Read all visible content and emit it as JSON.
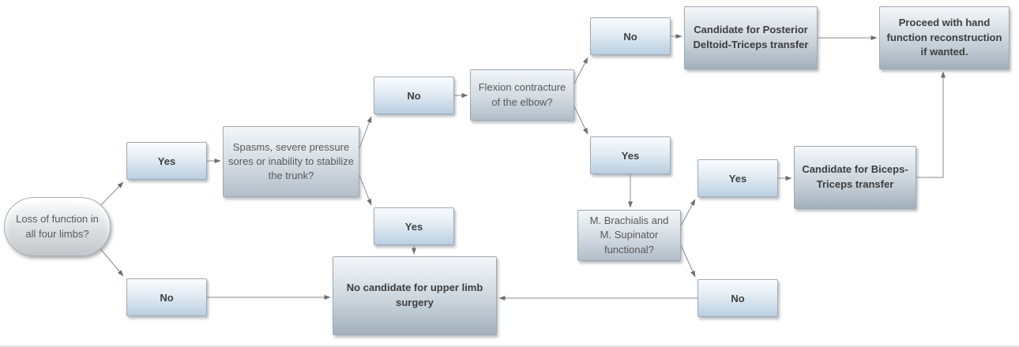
{
  "diagram": {
    "description": "Decision flowchart for upper limb surgery candidacy",
    "colors": {
      "decision_box_bottom": "#b9cfe2",
      "question_box_bottom": "#b2bec9",
      "result_box_bottom": "#a3b0bc",
      "oval_bottom": "#c2c6ca",
      "box_border": "#9fa8b2",
      "connector": "#8a8a8a",
      "question_text": "#595959",
      "result_text": "#3d3d3d",
      "background": "#ffffff"
    },
    "nodes": {
      "start": {
        "label": "Loss of function in all four limbs?",
        "type": "start-oval"
      },
      "yes_left": {
        "label": "Yes",
        "type": "decision"
      },
      "no_left": {
        "label": "No",
        "type": "decision"
      },
      "spasms": {
        "label": "Spasms, severe pressure sores or inability to stabilize the trunk?",
        "type": "question"
      },
      "no_mid": {
        "label": "No",
        "type": "decision"
      },
      "yes_mid": {
        "label": "Yes",
        "type": "decision"
      },
      "flexion": {
        "label": "Flexion contracture of the elbow?",
        "type": "question"
      },
      "no_candidate": {
        "label": "No candidate for upper limb surgery",
        "type": "result"
      },
      "no_topright": {
        "label": "No",
        "type": "decision"
      },
      "yes_right": {
        "label": "Yes",
        "type": "decision"
      },
      "cand_posterior": {
        "label": "Candidate for Posterior Deltoid-Triceps transfer",
        "type": "result"
      },
      "proceed": {
        "label": "Proceed with hand function reconstruction if wanted.",
        "type": "result"
      },
      "brachialis": {
        "label": "M. Brachialis and M. Supinator functional?",
        "type": "question"
      },
      "yes_far": {
        "label": "Yes",
        "type": "decision"
      },
      "no_botright": {
        "label": "No",
        "type": "decision"
      },
      "cand_biceps": {
        "label": "Candidate for Biceps-Triceps transfer",
        "type": "result"
      }
    },
    "edges": [
      {
        "from": "start",
        "to": "yes_left"
      },
      {
        "from": "start",
        "to": "no_left"
      },
      {
        "from": "yes_left",
        "to": "spasms"
      },
      {
        "from": "spasms",
        "to": "no_mid"
      },
      {
        "from": "spasms",
        "to": "yes_mid"
      },
      {
        "from": "no_mid",
        "to": "flexion"
      },
      {
        "from": "yes_mid",
        "to": "no_candidate"
      },
      {
        "from": "flexion",
        "to": "no_topright"
      },
      {
        "from": "flexion",
        "to": "yes_right"
      },
      {
        "from": "no_topright",
        "to": "cand_posterior"
      },
      {
        "from": "cand_posterior",
        "to": "proceed"
      },
      {
        "from": "yes_right",
        "to": "brachialis"
      },
      {
        "from": "brachialis",
        "to": "yes_far"
      },
      {
        "from": "brachialis",
        "to": "no_botright"
      },
      {
        "from": "yes_far",
        "to": "cand_biceps"
      },
      {
        "from": "cand_biceps",
        "to": "proceed"
      },
      {
        "from": "no_left",
        "to": "no_candidate"
      },
      {
        "from": "no_botright",
        "to": "no_candidate"
      }
    ]
  }
}
